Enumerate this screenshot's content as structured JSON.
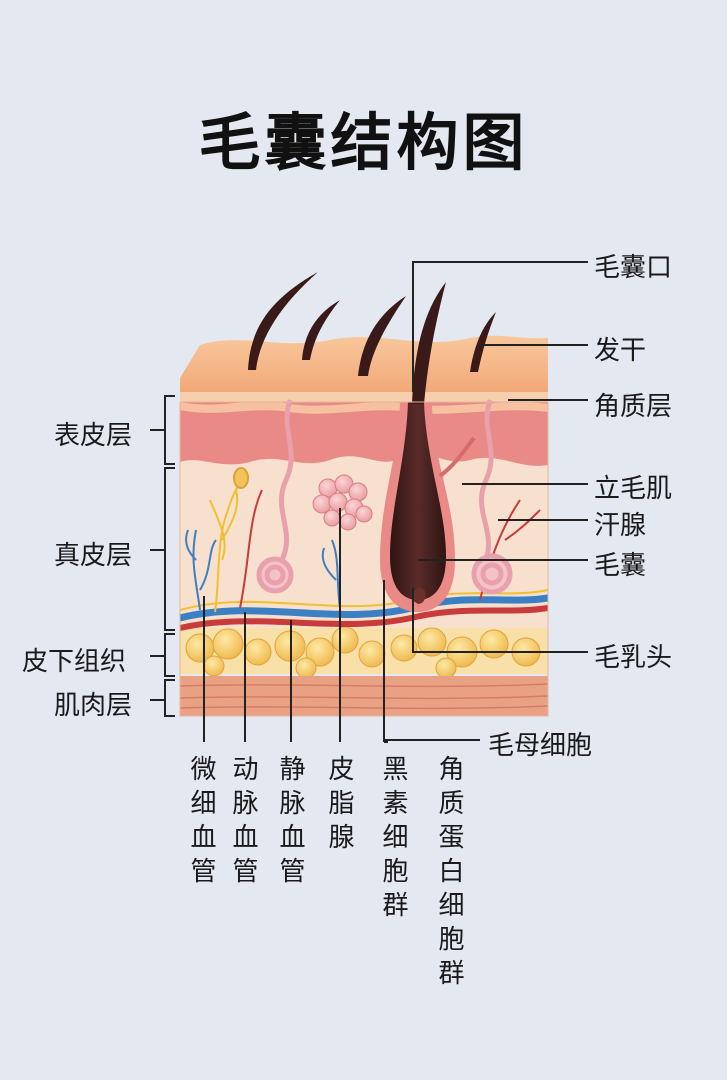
{
  "title": "毛囊结构图",
  "right_labels": {
    "follicle_opening": "毛囊口",
    "hair_shaft": "发干",
    "stratum_corneum": "角质层",
    "arrector_pili": "立毛肌",
    "sweat_gland": "汗腺",
    "hair_follicle": "毛囊",
    "dermal_papilla": "毛乳头",
    "matrix_cells": "毛母细胞"
  },
  "left_labels": {
    "epidermis": "表皮层",
    "dermis": "真皮层",
    "subcutaneous": "皮下组织",
    "muscle": "肌肉层"
  },
  "bottom_labels": {
    "capillary": "微细血管",
    "artery": "动脉血管",
    "vein": "静脉血管",
    "sebaceous_gland": "皮脂腺",
    "melanocytes": "黑素细胞群",
    "keratinocytes": "角质蛋白细胞群"
  },
  "colors": {
    "background": "#e4e8f1",
    "skin_top": "#f5bd8e",
    "epidermis": "#e98a86",
    "dermis": "#f7e0cd",
    "fat": "#f3c25a",
    "muscle": "#e9a184",
    "hair": "#4a2422",
    "artery": "#c93a3a",
    "vein": "#3b7fc4",
    "nerve": "#f0c030"
  }
}
